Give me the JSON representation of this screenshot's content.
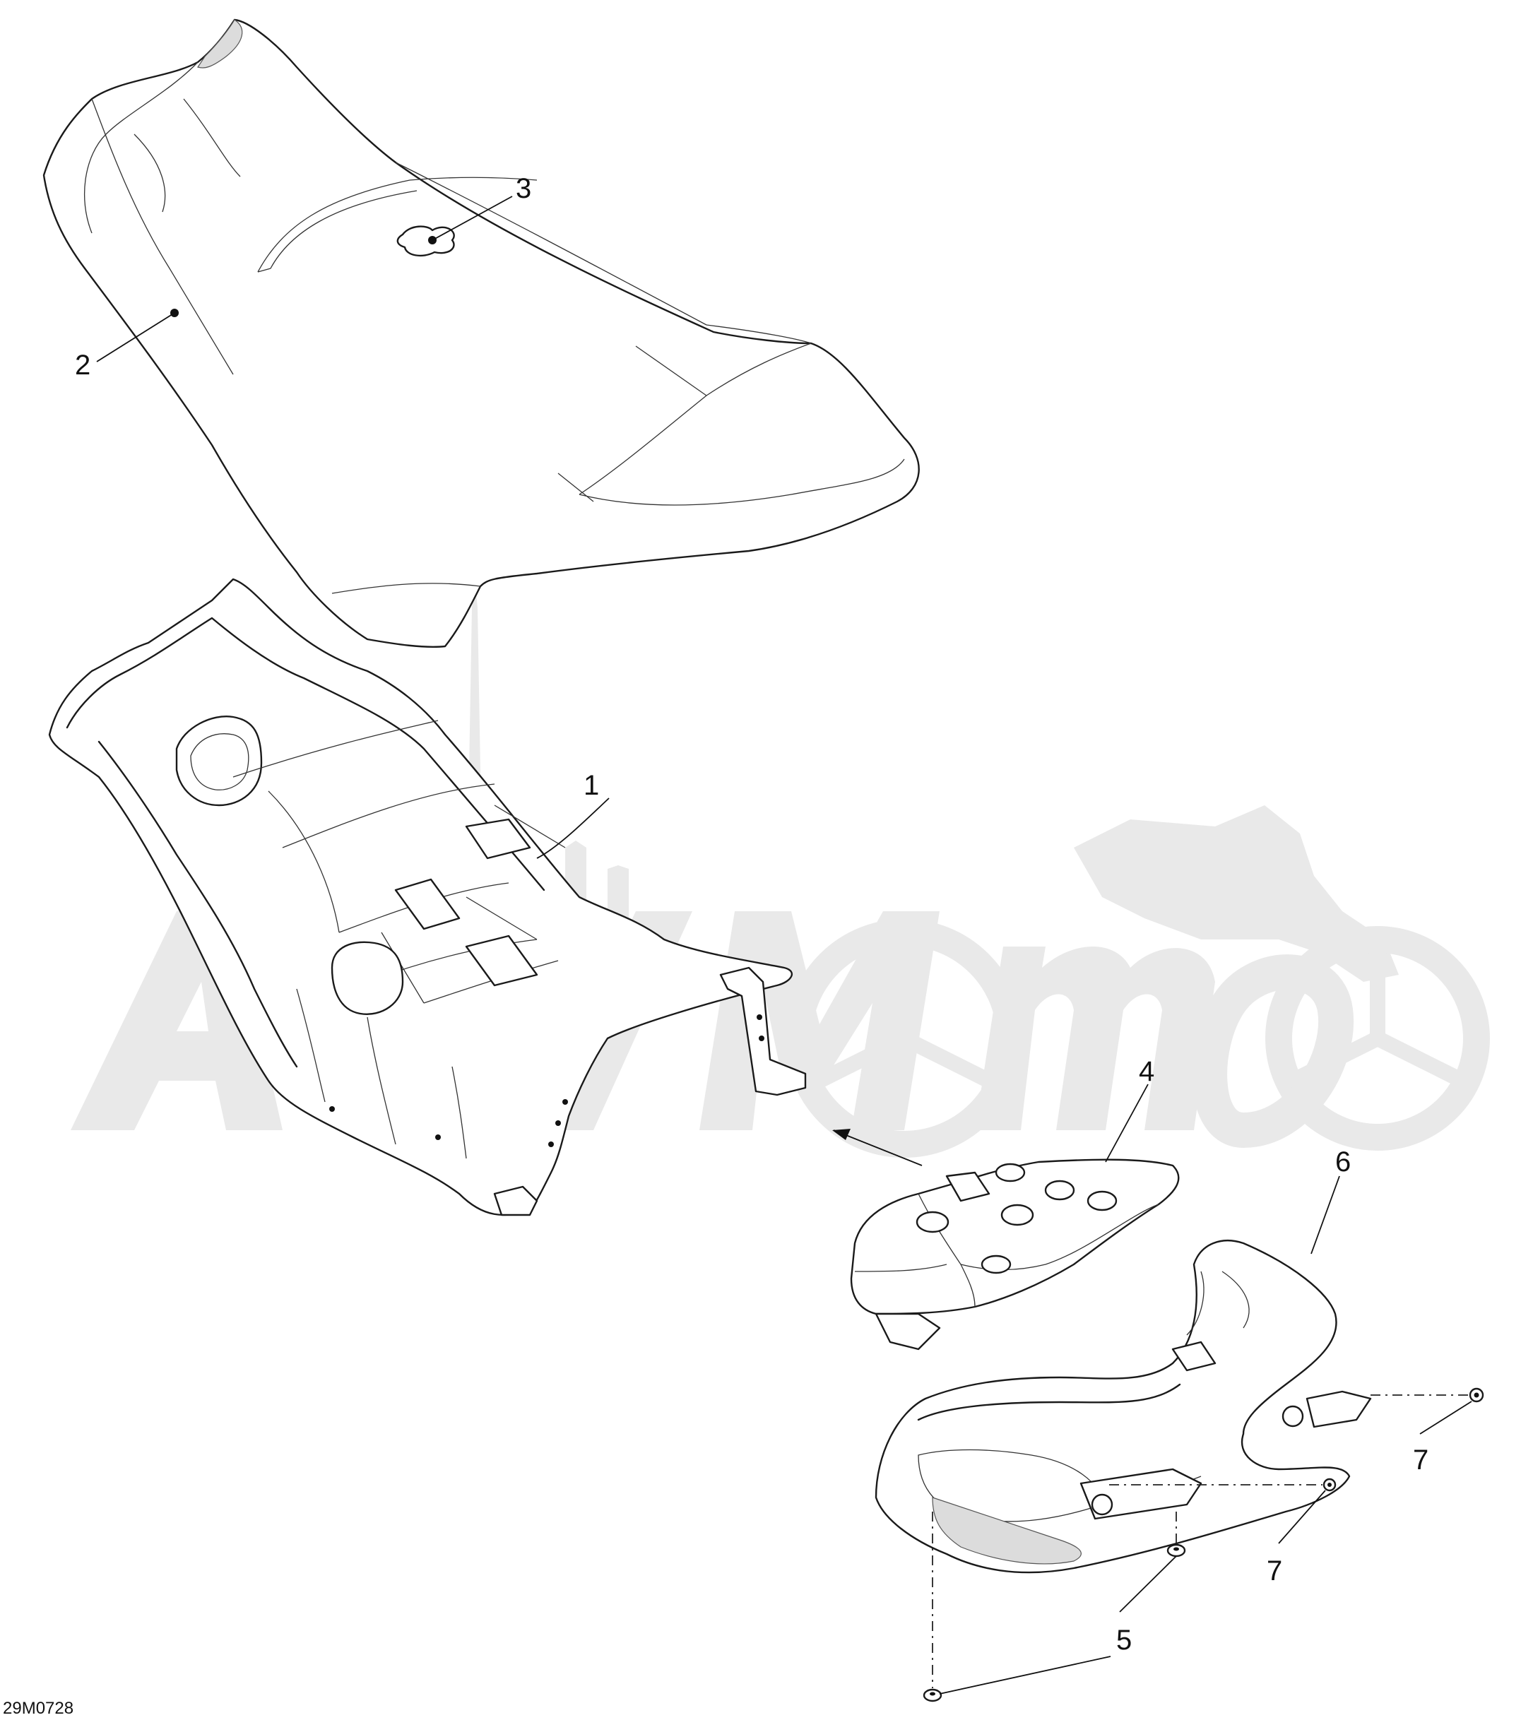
{
  "diagram": {
    "drawing_code": "29M0728",
    "watermark_text": "ATVMoto",
    "callouts": [
      {
        "id": "callout-1",
        "label": "1"
      },
      {
        "id": "callout-2",
        "label": "2"
      },
      {
        "id": "callout-3",
        "label": "3"
      },
      {
        "id": "callout-4",
        "label": "4"
      },
      {
        "id": "callout-5",
        "label": "5"
      },
      {
        "id": "callout-6",
        "label": "6"
      },
      {
        "id": "callout-7a",
        "label": "7"
      },
      {
        "id": "callout-7b",
        "label": "7"
      }
    ]
  }
}
